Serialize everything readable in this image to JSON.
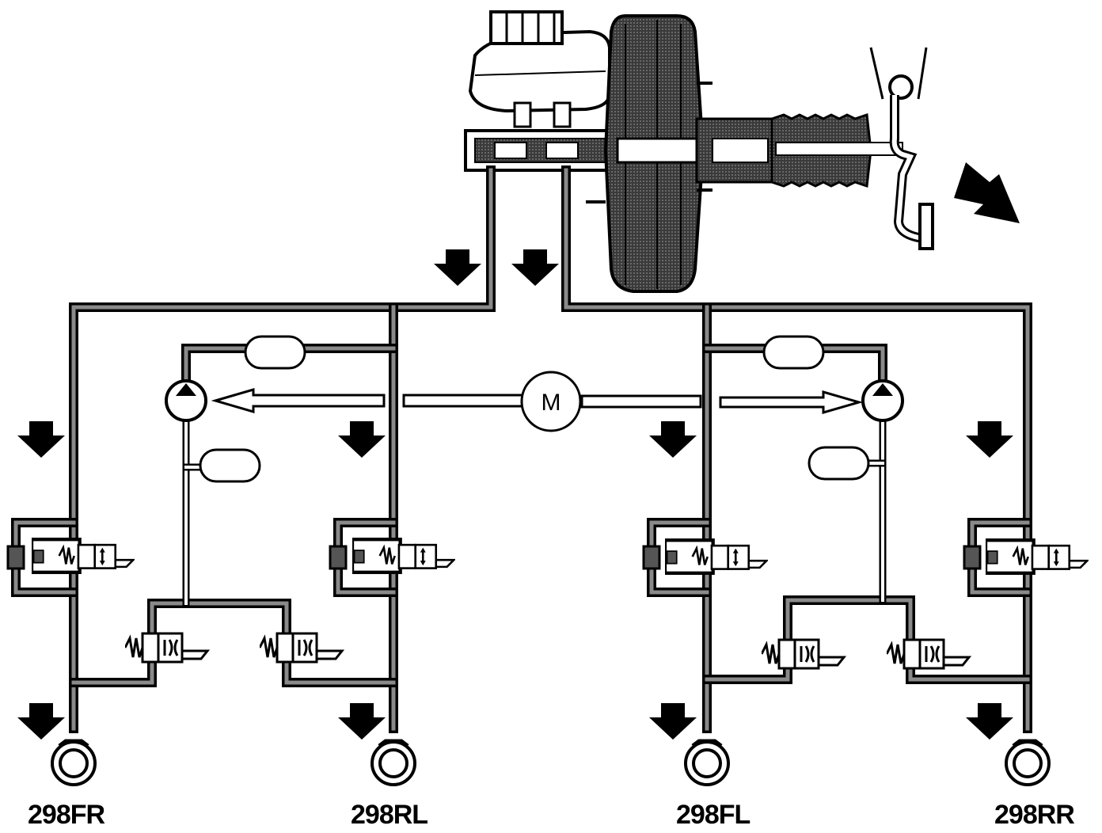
{
  "motor": {
    "label": "M"
  },
  "wheels": [
    {
      "id": "fr",
      "label": "298FR"
    },
    {
      "id": "rl",
      "label": "298RL"
    },
    {
      "id": "fl",
      "label": "298FL"
    },
    {
      "id": "rr",
      "label": "298RR"
    }
  ],
  "colors": {
    "line": "#000000",
    "pipe_fill": "#8a8a8a",
    "background": "#ffffff"
  }
}
